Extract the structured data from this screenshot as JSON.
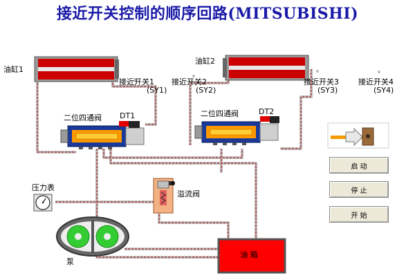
{
  "title": "接近开关控制的顺序回路(MITSUBISHI)",
  "labels": {
    "cylinder1": "油缸1",
    "cylinder2": "油缸2",
    "sw1": "接近开关1",
    "sw1_code": "(SY1)",
    "sw2": "接近开关2",
    "sw2_code": "(SY2)",
    "sw3": "接近开关3",
    "sw3_code": "(SY3)",
    "sw4": "接近开关4",
    "sw4_code": "(SY4)",
    "valve1": "二位四通阀",
    "valve1_code": "DT1",
    "valve2": "二位四通阀",
    "valve2_code": "DT2",
    "gauge": "压力表",
    "relief": "溢流阀",
    "pump": "泵",
    "tank": "油 箱"
  },
  "buttons": {
    "start": "启 动",
    "stop": "停 止",
    "begin": "开 始"
  },
  "colors": {
    "title": "#1a1aa8",
    "cylinder_fill": "#cc0000",
    "valve_body": "#1a3a9a",
    "tank": "#ff0000",
    "pump_gear": "#33cc33",
    "pipe": "#c8c8c8"
  }
}
